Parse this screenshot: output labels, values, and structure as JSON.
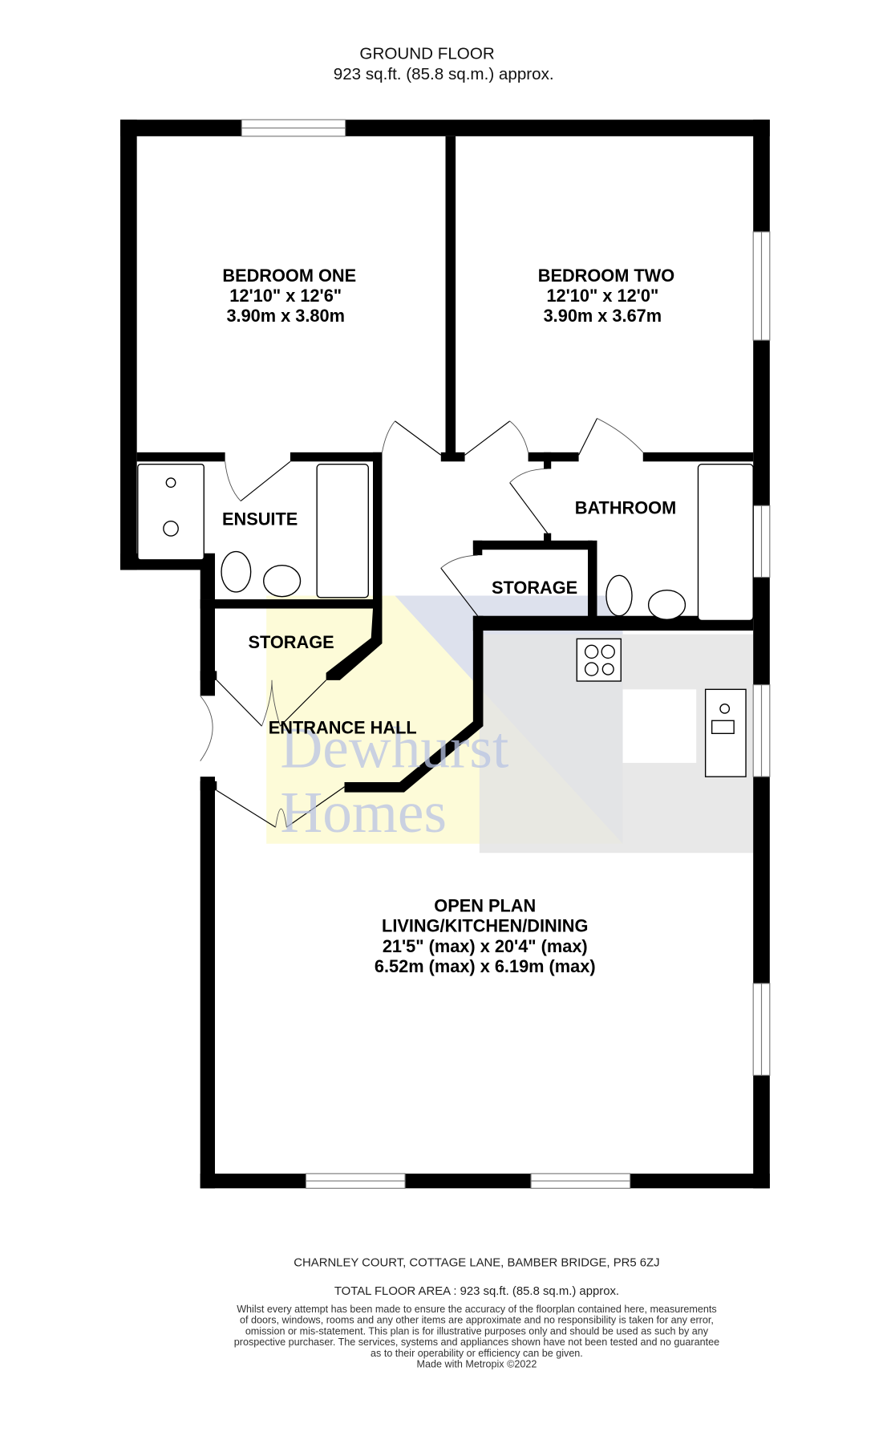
{
  "header": {
    "floor_name": "GROUND FLOOR",
    "floor_area": "923 sq.ft. (85.8 sq.m.) approx."
  },
  "rooms": {
    "bedroom_one": {
      "name": "BEDROOM ONE",
      "imperial": "12'10\"  x 12'6\"",
      "metric": "3.90m  x 3.80m"
    },
    "bedroom_two": {
      "name": "BEDROOM TWO",
      "imperial": "12'10\"  x 12'0\"",
      "metric": "3.90m  x 3.67m"
    },
    "ensuite": {
      "name": "ENSUITE"
    },
    "bathroom": {
      "name": "BATHROOM"
    },
    "storage_hall": {
      "name": "STORAGE"
    },
    "storage_bath": {
      "name": "STORAGE"
    },
    "entrance_hall": {
      "name": "ENTRANCE HALL"
    },
    "open_plan": {
      "name_line1": "OPEN PLAN",
      "name_line2": "LIVING/KITCHEN/DINING",
      "imperial": "21'5\" (max) x 20'4\" (max)",
      "metric": "6.52m (max) x 6.19m (max)"
    }
  },
  "watermark": {
    "line1": "Dewhurst",
    "line2": "Homes"
  },
  "footer": {
    "address": "CHARNLEY COURT, COTTAGE LANE, BAMBER BRIDGE, PR5 6ZJ",
    "total_area": "TOTAL FLOOR AREA : 923 sq.ft. (85.8 sq.m.) approx.",
    "disclaimer": [
      "Whilst every attempt has been made to ensure the accuracy of the floorplan contained here, measurements",
      "of doors, windows, rooms and any other items are approximate and no responsibility is taken for any error,",
      "omission or mis-statement. This plan is for illustrative purposes only and should be used as such by any",
      "prospective purchaser. The services, systems and appliances shown have not been tested and no guarantee",
      "as to their operability or efficiency can be given."
    ],
    "credit": "Made with Metropix ©2022"
  },
  "colors": {
    "wall": "#000000",
    "watermark_yellow": "#fdfbd8",
    "watermark_blue": "#d9deef",
    "watermark_grey": "#e4e4e4"
  }
}
